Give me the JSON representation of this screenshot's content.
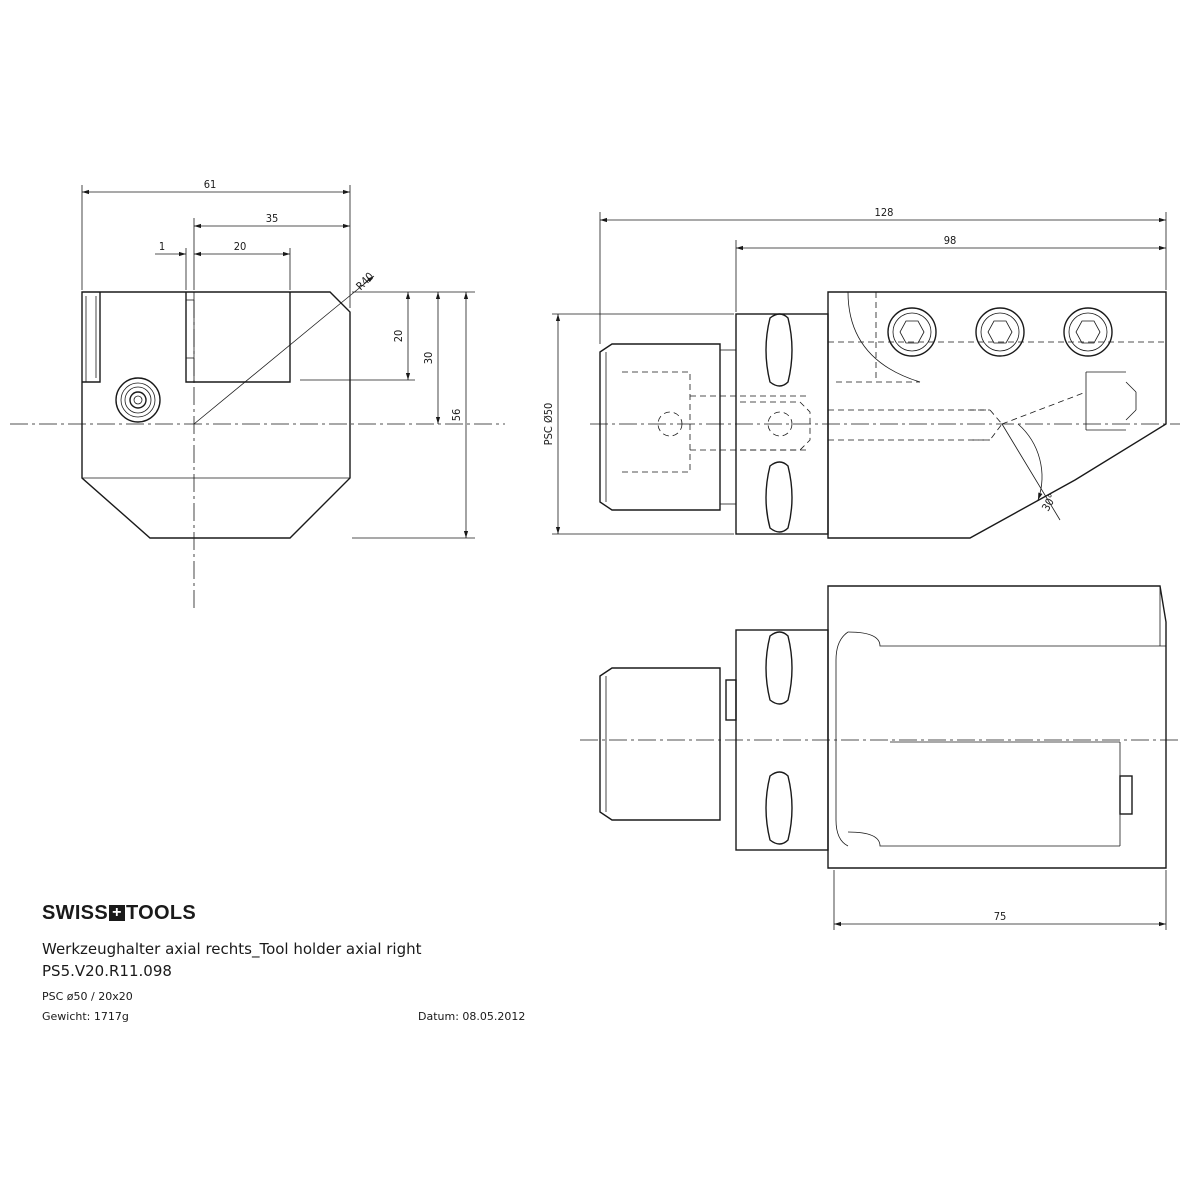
{
  "dimensions": {
    "front_width_total": "61",
    "front_width_35": "35",
    "front_width_20": "20",
    "front_offset_1": "1",
    "front_radius": "R40",
    "front_height_20": "20",
    "front_height_30": "30",
    "front_height_56": "56",
    "side_length_total": "128",
    "side_length_98": "98",
    "side_psc_diameter": "PSC Ø50",
    "side_angle": "30°",
    "top_length_75": "75"
  },
  "title_block": {
    "brand_left": "SWISS",
    "brand_right": "TOOLS",
    "brand_cross": "+",
    "description": "Werkzeughalter axial rechts_Tool holder axial right",
    "part_number": "PS5.V20.R11.098",
    "spec": "PSC ø50  /  20x20",
    "weight": "Gewicht:  1717g",
    "date": "Datum:  08.05.2012"
  }
}
